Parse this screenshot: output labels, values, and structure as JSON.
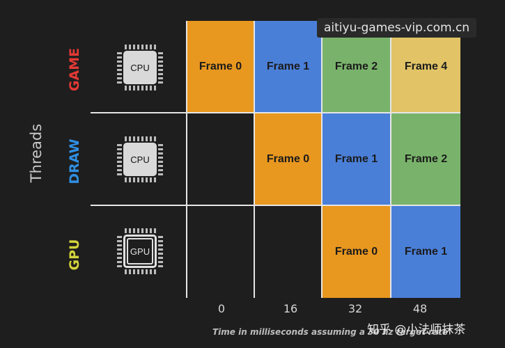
{
  "axis": {
    "threads_label": "Threads",
    "caption": "Time in milliseconds assuming a 30 hz target rate",
    "ticks": [
      "0",
      "16",
      "32",
      "48"
    ]
  },
  "rows": [
    {
      "name": "GAME",
      "color": "#e53935",
      "chip": "CPU"
    },
    {
      "name": "DRAW",
      "color": "#2f8fe3",
      "chip": "CPU"
    },
    {
      "name": "GPU",
      "color": "#d4d43a",
      "chip": "GPU"
    }
  ],
  "cells": {
    "game": [
      "Frame 0",
      "Frame 1",
      "Frame 2",
      "Frame 4"
    ],
    "draw": [
      "Frame 0",
      "Frame 1",
      "Frame 2"
    ],
    "gpu": [
      "Frame 0",
      "Frame 1"
    ]
  },
  "colors": {
    "orange": "#e8971f",
    "blue": "#4a7fd8",
    "green": "#79b36b",
    "yellow": "#e2c466"
  },
  "watermark": "aitiyu-games-vip.com.cn",
  "footer_mark": "知乎 @小法师抹茶"
}
